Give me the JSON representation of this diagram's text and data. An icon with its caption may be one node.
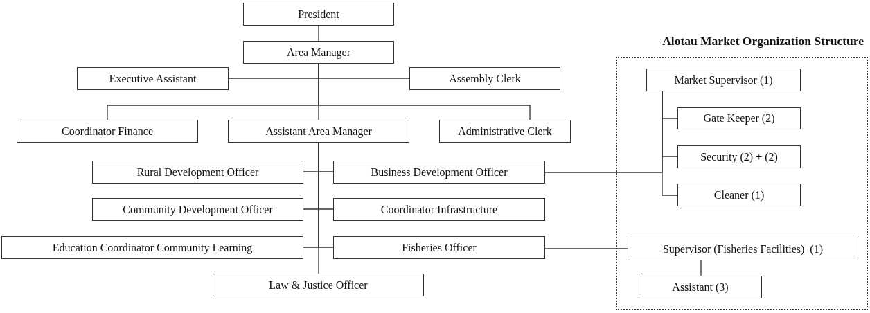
{
  "diagram": {
    "nodes": [
      {
        "text": [
          "President"
        ]
      },
      {
        "text": [
          "Area Manager"
        ]
      },
      {
        "text": [
          "Executive Assistant"
        ]
      },
      {
        "text": [
          "Assembly Clerk"
        ]
      },
      {
        "text": [
          "Coordinator Finance"
        ]
      },
      {
        "text": [
          "Assistant Area Manager"
        ]
      },
      {
        "text": [
          "Administrative Clerk"
        ]
      },
      {
        "text": [
          "Rural Development Officer"
        ]
      },
      {
        "text": [
          "Business Development Officer"
        ]
      },
      {
        "text": [
          "Community Development Officer"
        ]
      },
      {
        "text": [
          "Coordinator Infrastructure"
        ]
      },
      {
        "text": [
          "Education Coordinator Community Learning"
        ]
      },
      {
        "text": [
          "Fisheries Officer"
        ]
      },
      {
        "text": [
          "Law & Justice Officer"
        ]
      },
      {
        "text": [
          "Alotau Market Organization Structure"
        ]
      },
      {
        "text": [
          "Market Supervisor (1)"
        ],
        "in": 14
      },
      {
        "text": [
          "Gate Keeper (2)"
        ],
        "in": 14
      },
      {
        "text": [
          "Security (2) + (2)"
        ],
        "in": 14
      },
      {
        "text": [
          "Cleaner (1)"
        ],
        "in": 14
      },
      {
        "text": [
          "Supervisor (Fisheries Facilities)  (1)"
        ],
        "in": 14
      },
      {
        "text": [
          "Assistant (3)"
        ],
        "in": 14
      }
    ],
    "edges": [
      {
        "from": 0,
        "to": 1,
        "arrow": "none"
      },
      {
        "from": 1,
        "to": 2,
        "arrow": "none"
      },
      {
        "from": 1,
        "to": 3,
        "arrow": "none"
      },
      {
        "from": 1,
        "to": 4,
        "arrow": "none"
      },
      {
        "from": 1,
        "to": 5,
        "arrow": "none"
      },
      {
        "from": 1,
        "to": 6,
        "arrow": "none"
      },
      {
        "from": 5,
        "to": 7,
        "arrow": "none"
      },
      {
        "from": 5,
        "to": 8,
        "arrow": "none"
      },
      {
        "from": 5,
        "to": 9,
        "arrow": "none"
      },
      {
        "from": 5,
        "to": 10,
        "arrow": "none"
      },
      {
        "from": 5,
        "to": 11,
        "arrow": "none"
      },
      {
        "from": 5,
        "to": 12,
        "arrow": "none"
      },
      {
        "from": 5,
        "to": 13,
        "arrow": "none"
      },
      {
        "from": 8,
        "to": 15,
        "arrow": "none"
      },
      {
        "from": 15,
        "to": 16,
        "arrow": "none"
      },
      {
        "from": 15,
        "to": 17,
        "arrow": "none"
      },
      {
        "from": 15,
        "to": 18,
        "arrow": "none"
      },
      {
        "from": 12,
        "to": 19,
        "arrow": "none"
      },
      {
        "from": 19,
        "to": 20,
        "arrow": "none"
      }
    ]
  }
}
